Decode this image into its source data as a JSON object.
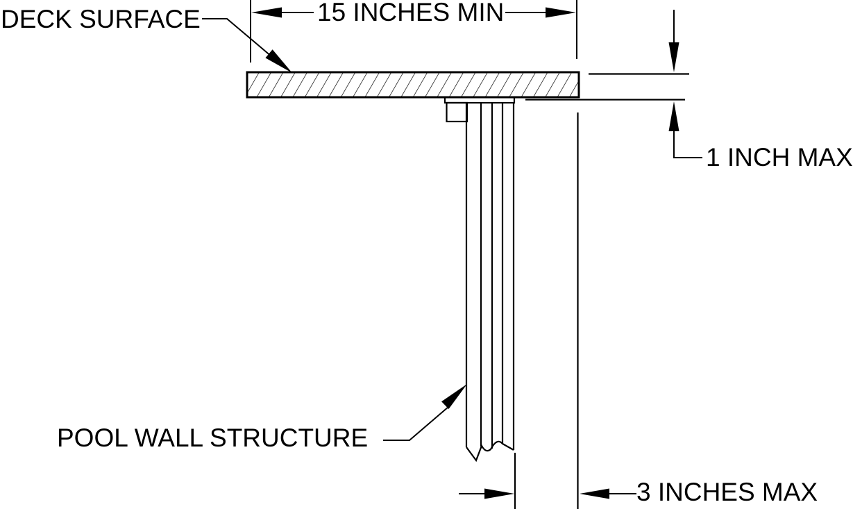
{
  "labels": {
    "deck_surface": "DECK SURFACE",
    "width_dimension": "15 INCHES MIN",
    "thickness_dimension": "1 INCH MAX",
    "pool_wall": "POOL WALL STRUCTURE",
    "overhang_dimension": "3 INCHES MAX"
  },
  "colors": {
    "line": "#000000",
    "text": "#000000",
    "background": "#ffffff"
  }
}
